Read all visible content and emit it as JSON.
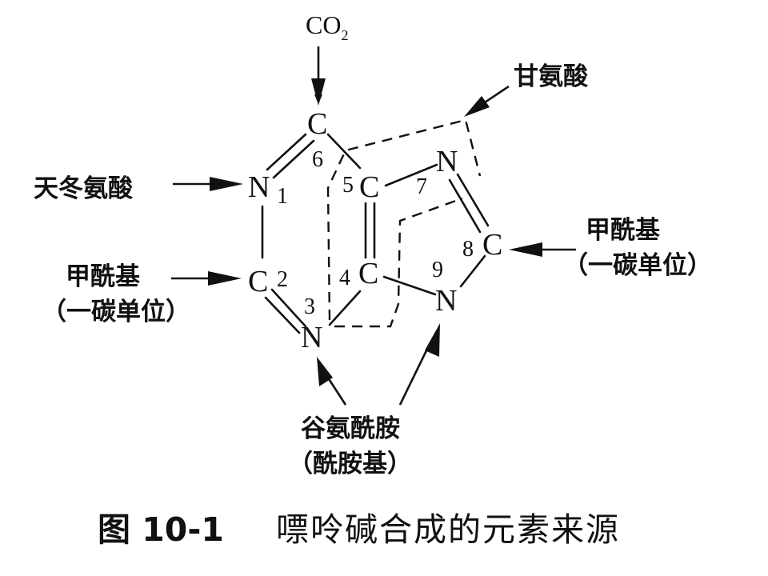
{
  "atoms": {
    "c6": "C",
    "n1": "N",
    "c5": "C",
    "n7": "N",
    "c8": "C",
    "c4": "C",
    "c2": "C",
    "n9": "N",
    "n3": "N"
  },
  "numbers": {
    "n1": "1",
    "c2": "2",
    "n3": "3",
    "c4": "4",
    "c5": "5",
    "c6": "6",
    "n7": "7",
    "c8": "8",
    "n9": "9"
  },
  "sources": {
    "co2_main": "CO",
    "co2_sub": "2",
    "glycine": "甘氨酸",
    "aspartate": "天冬氨酸",
    "formyl_left_line1": "甲酰基",
    "formyl_left_line2": "（一碳单位）",
    "formyl_right_line1": "甲酰基",
    "formyl_right_line2": "（一碳单位）",
    "glutamine_line1": "谷氨酰胺",
    "glutamine_line2": "（酰胺基）"
  },
  "caption": {
    "label": "图 10-1",
    "title": "嘌呤碱合成的元素来源"
  }
}
